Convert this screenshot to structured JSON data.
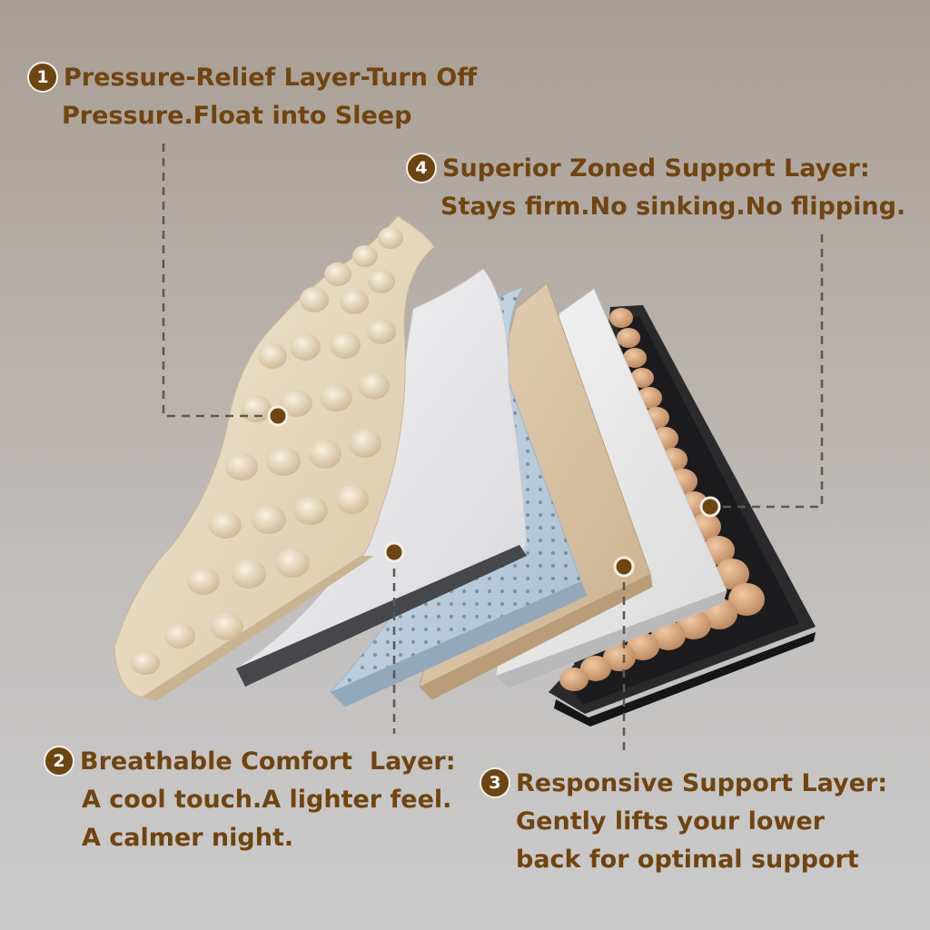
{
  "colors": {
    "accent": "#70440f",
    "badge": "#6c4511",
    "leader_line": "#5f5650",
    "egg_crate_foam": "#e3d2b5",
    "comfort_layer": "#e6e6e9",
    "perforated_latex": "#b8cbdb",
    "beige_layer": "#d8c3a3",
    "white_layer": "#e9e9e9",
    "support_tray": "#1f1f21",
    "support_coils": "#d2a47c"
  },
  "icons": [
    "number-badge-icon",
    "leader-dot-icon"
  ],
  "callouts": [
    {
      "number": "1",
      "lines": [
        "Pressure-Relief Layer-Turn Off",
        "Pressure.Float into Sleep"
      ]
    },
    {
      "number": "2",
      "lines": [
        "Breathable Comfort  Layer:",
        "A cool touch.A lighter feel.",
        "A calmer night."
      ]
    },
    {
      "number": "3",
      "lines": [
        "Responsive Support Layer:",
        "Gently lifts your lower",
        "back for optimal support"
      ]
    },
    {
      "number": "4",
      "lines": [
        "Superior Zoned Support Layer:",
        "Stays firm.No sinking.No flipping."
      ]
    }
  ]
}
